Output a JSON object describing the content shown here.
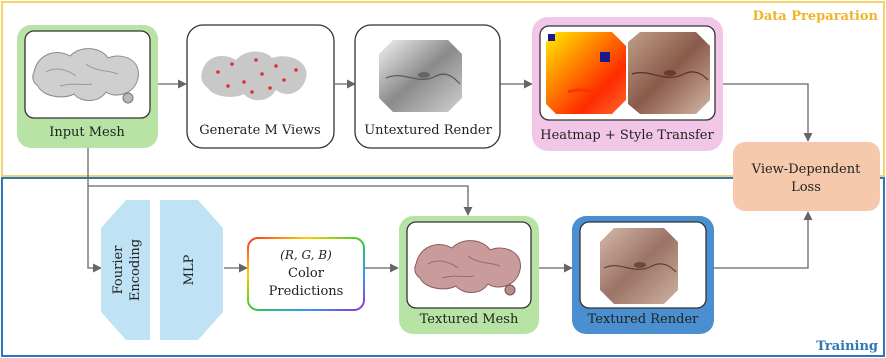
{
  "sections": {
    "data_preparation": "Data Preparation",
    "training": "Training"
  },
  "nodes": {
    "input_mesh": "Input Mesh",
    "generate_views": "Generate M Views",
    "untextured_render": "Untextured Render",
    "heatmap_style": "Heatmap + Style Transfer",
    "loss_line1": "View-Dependent",
    "loss_line2": "Loss",
    "fourier_line1": "Fourier",
    "fourier_line2": "Encoding",
    "mlp": "MLP",
    "rgb": "(R, G, B)",
    "color_line1": "Color",
    "color_line2": "Predictions",
    "textured_mesh": "Textured Mesh",
    "textured_render": "Textured Render"
  },
  "colors": {
    "data_prep_border": "#f5d26a",
    "data_prep_title": "#f0b429",
    "training_border": "#2e78b7",
    "training_title": "#2e78b7",
    "green_box": "#b7e4a4",
    "pink_box": "#f1c6e6",
    "blue_box": "#4a8fd0",
    "loss_box": "#f6c9ad",
    "encoder_fill": "#bfe3f5",
    "mesh_gray": "#cfcfcf",
    "mesh_pink": "#c99b9b",
    "view_dot": "#e03030"
  }
}
